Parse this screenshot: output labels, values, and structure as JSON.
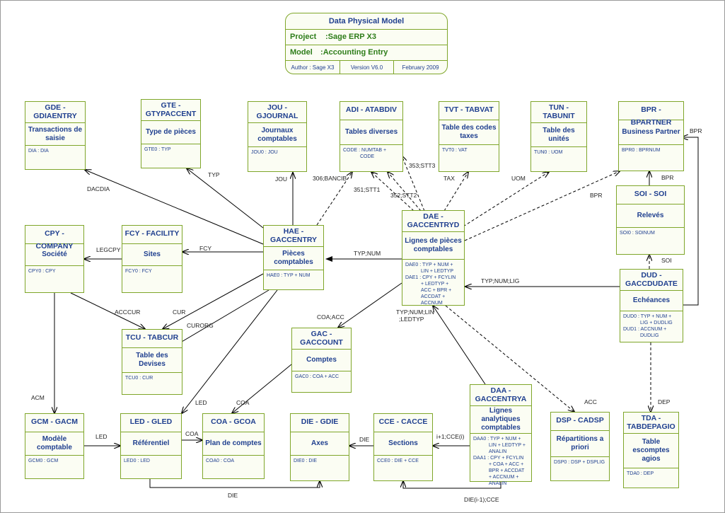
{
  "header": {
    "title": "Data Physical Model",
    "project_label": "Project",
    "project_value": "Sage ERP X3",
    "model_label": "Model",
    "model_value": "Accounting Entry",
    "author": "Author : Sage X3",
    "version": "Version V6.0",
    "date": "February 2009"
  },
  "entities": {
    "gde": {
      "code": "GDE - GDIAENTRY",
      "desc": "Transactions de saisie",
      "idx": [
        "DIA : DIA"
      ]
    },
    "gte": {
      "code": "GTE - GTYPACCENT",
      "desc": "Type de pièces",
      "idx": [
        "GTE0 : TYP"
      ]
    },
    "jou": {
      "code": "JOU - GJOURNAL",
      "desc": "Journaux comptables",
      "idx": [
        "JOU0 : JOU"
      ]
    },
    "adi": {
      "code": "ADI - ATABDIV",
      "desc": "Tables diverses",
      "idx": [
        "CODE : NUMTAB +",
        "CODE"
      ]
    },
    "tvt": {
      "code": "TVT - TABVAT",
      "desc": "Table des codes taxes",
      "idx": [
        "TVT0 : VAT"
      ]
    },
    "tun": {
      "code": "TUN - TABUNIT",
      "desc": "Table des unités",
      "idx": [
        "TUN0 : UOM"
      ]
    },
    "bpr": {
      "code": "BPR - BPARTNER",
      "desc": "Business Partner",
      "idx": [
        "BPR0 : BPRNUM"
      ]
    },
    "soi": {
      "code": "SOI - SOI",
      "desc": "Relevés",
      "idx": [
        "SOI0 : SOINUM"
      ]
    },
    "cpy": {
      "code": "CPY - COMPANY",
      "desc": "Société",
      "idx": [
        "CPY0 : CPY"
      ]
    },
    "fcy": {
      "code": "FCY - FACILITY",
      "desc": "Sites",
      "idx": [
        "FCY0 : FCY"
      ]
    },
    "hae": {
      "code": "HAE - GACCENTRY",
      "desc": "Pièces comptables",
      "idx": [
        "HAE0 : TYP + NUM"
      ]
    },
    "dae": {
      "code": "DAE - GACCENTRYD",
      "desc": "Lignes de pièces comptables",
      "idx": [
        "DAE0 : TYP + NUM +",
        "LIN + LEDTYP",
        "DAE1 : CPY + FCYLIN",
        "+ LEDTYP +",
        "ACC + BPR +",
        "ACCDAT +",
        "ACCNUM"
      ]
    },
    "dud": {
      "code": "DUD - GACCDUDATE",
      "desc": "Echéances",
      "idx": [
        "DUD0 : TYP + NUM +",
        "LIG + DUDLIG",
        "DUD1 : ACCNUM +",
        "DUDLIG"
      ]
    },
    "tcu": {
      "code": "TCU - TABCUR",
      "desc": "Table des Devises",
      "idx": [
        "TCU0 : CUR"
      ]
    },
    "gac": {
      "code": "GAC - GACCOUNT",
      "desc": "Comptes",
      "idx": [
        "GAC0 : COA + ACC"
      ]
    },
    "daa": {
      "code": "DAA - GACCENTRYA",
      "desc": "Lignes analytiques comptables",
      "idx": [
        "DAA0 : TYP + NUM +",
        "LIN + LEDTYP +",
        "ANALIN",
        "DAA1 : CPY + FCYLIN",
        "+ COA + ACC +",
        "BPR + ACCDAT",
        "+ ACCNUM +",
        "ANALIN"
      ]
    },
    "gcm": {
      "code": "GCM - GACM",
      "desc": "Modèle comptable",
      "idx": [
        "GCM0 : GCM"
      ]
    },
    "led": {
      "code": "LED - GLED",
      "desc": "Référentiel",
      "idx": [
        "LED0 : LED"
      ]
    },
    "coa": {
      "code": "COA - GCOA",
      "desc": "Plan de comptes",
      "idx": [
        "COA0 : COA"
      ]
    },
    "die": {
      "code": "DIE - GDIE",
      "desc": "Axes",
      "idx": [
        "DIE0 : DIE"
      ]
    },
    "cce": {
      "code": "CCE - CACCE",
      "desc": "Sections",
      "idx": [
        "CCE0 : DIE + CCE"
      ]
    },
    "dsp": {
      "code": "DSP - CADSP",
      "desc": "Répartitions a priori",
      "idx": [
        "DSP0 : DSP + DSPLIG"
      ]
    },
    "tda": {
      "code": "TDA - TABDEPAGIO",
      "desc": "Table escomptes agios",
      "idx": [
        "TDA0 : DEP"
      ]
    }
  },
  "links": {
    "dacdia": "DACDIA",
    "typ": "TYP",
    "jou": "JOU",
    "bancib": "306;BANCIB",
    "stt1": "351;STT1",
    "stt2": "352;STT2",
    "stt3": "353;STT3",
    "tax": "TAX",
    "uom": "UOM",
    "bpr_dae": "BPR",
    "bpr_soi": "BPR",
    "bpr_dud": "BPR",
    "soi": "SOI",
    "legcpy": "LEGCPY",
    "fcy": "FCY",
    "typnum": "TYP;NUM",
    "typnumlig": "TYP;NUM;LIG",
    "acccur": "ACCCUR",
    "cur": "CUR",
    "curorg": "CURORG",
    "coaacc": "COA;ACC",
    "typnumlin": "TYP;NUM;LIN",
    "ledtyp": ";LEDTYP",
    "acm": "ACM",
    "led_hae": "LED",
    "coa_gac": "COA",
    "led_gcm": "LED",
    "coa_led": "COA",
    "die_cce": "DIE",
    "cce_daa": "i+1;CCE(i)",
    "acc": "ACC",
    "dep": "DEP",
    "die_bottom": "DIE",
    "die_i1": "DIE(i-1);CCE"
  }
}
